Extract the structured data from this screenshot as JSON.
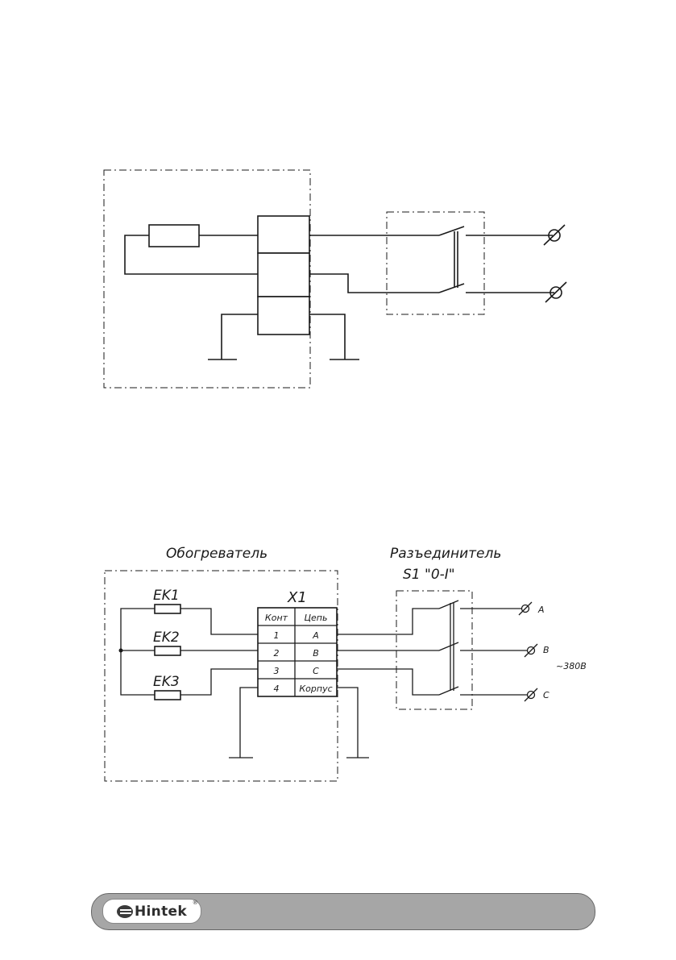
{
  "diagram": {
    "heater_label": "Обогреватель",
    "disconnector_label": "Разъединитель",
    "disconnector_ref": "S1 \"0-I\"",
    "connector_ref": "X1",
    "table_headers": [
      "Конт",
      "Цепь"
    ],
    "table_rows": [
      {
        "contact": "1",
        "circuit": "A"
      },
      {
        "contact": "2",
        "circuit": "B"
      },
      {
        "contact": "3",
        "circuit": "C"
      },
      {
        "contact": "4",
        "circuit": "Корпус"
      }
    ],
    "heating_elements": [
      "EK1",
      "EK2",
      "EK3"
    ],
    "phase_labels": [
      "A",
      "B",
      "C"
    ],
    "voltage": "~380B"
  },
  "footer": {
    "brand": "Hintek",
    "registered": "®"
  }
}
